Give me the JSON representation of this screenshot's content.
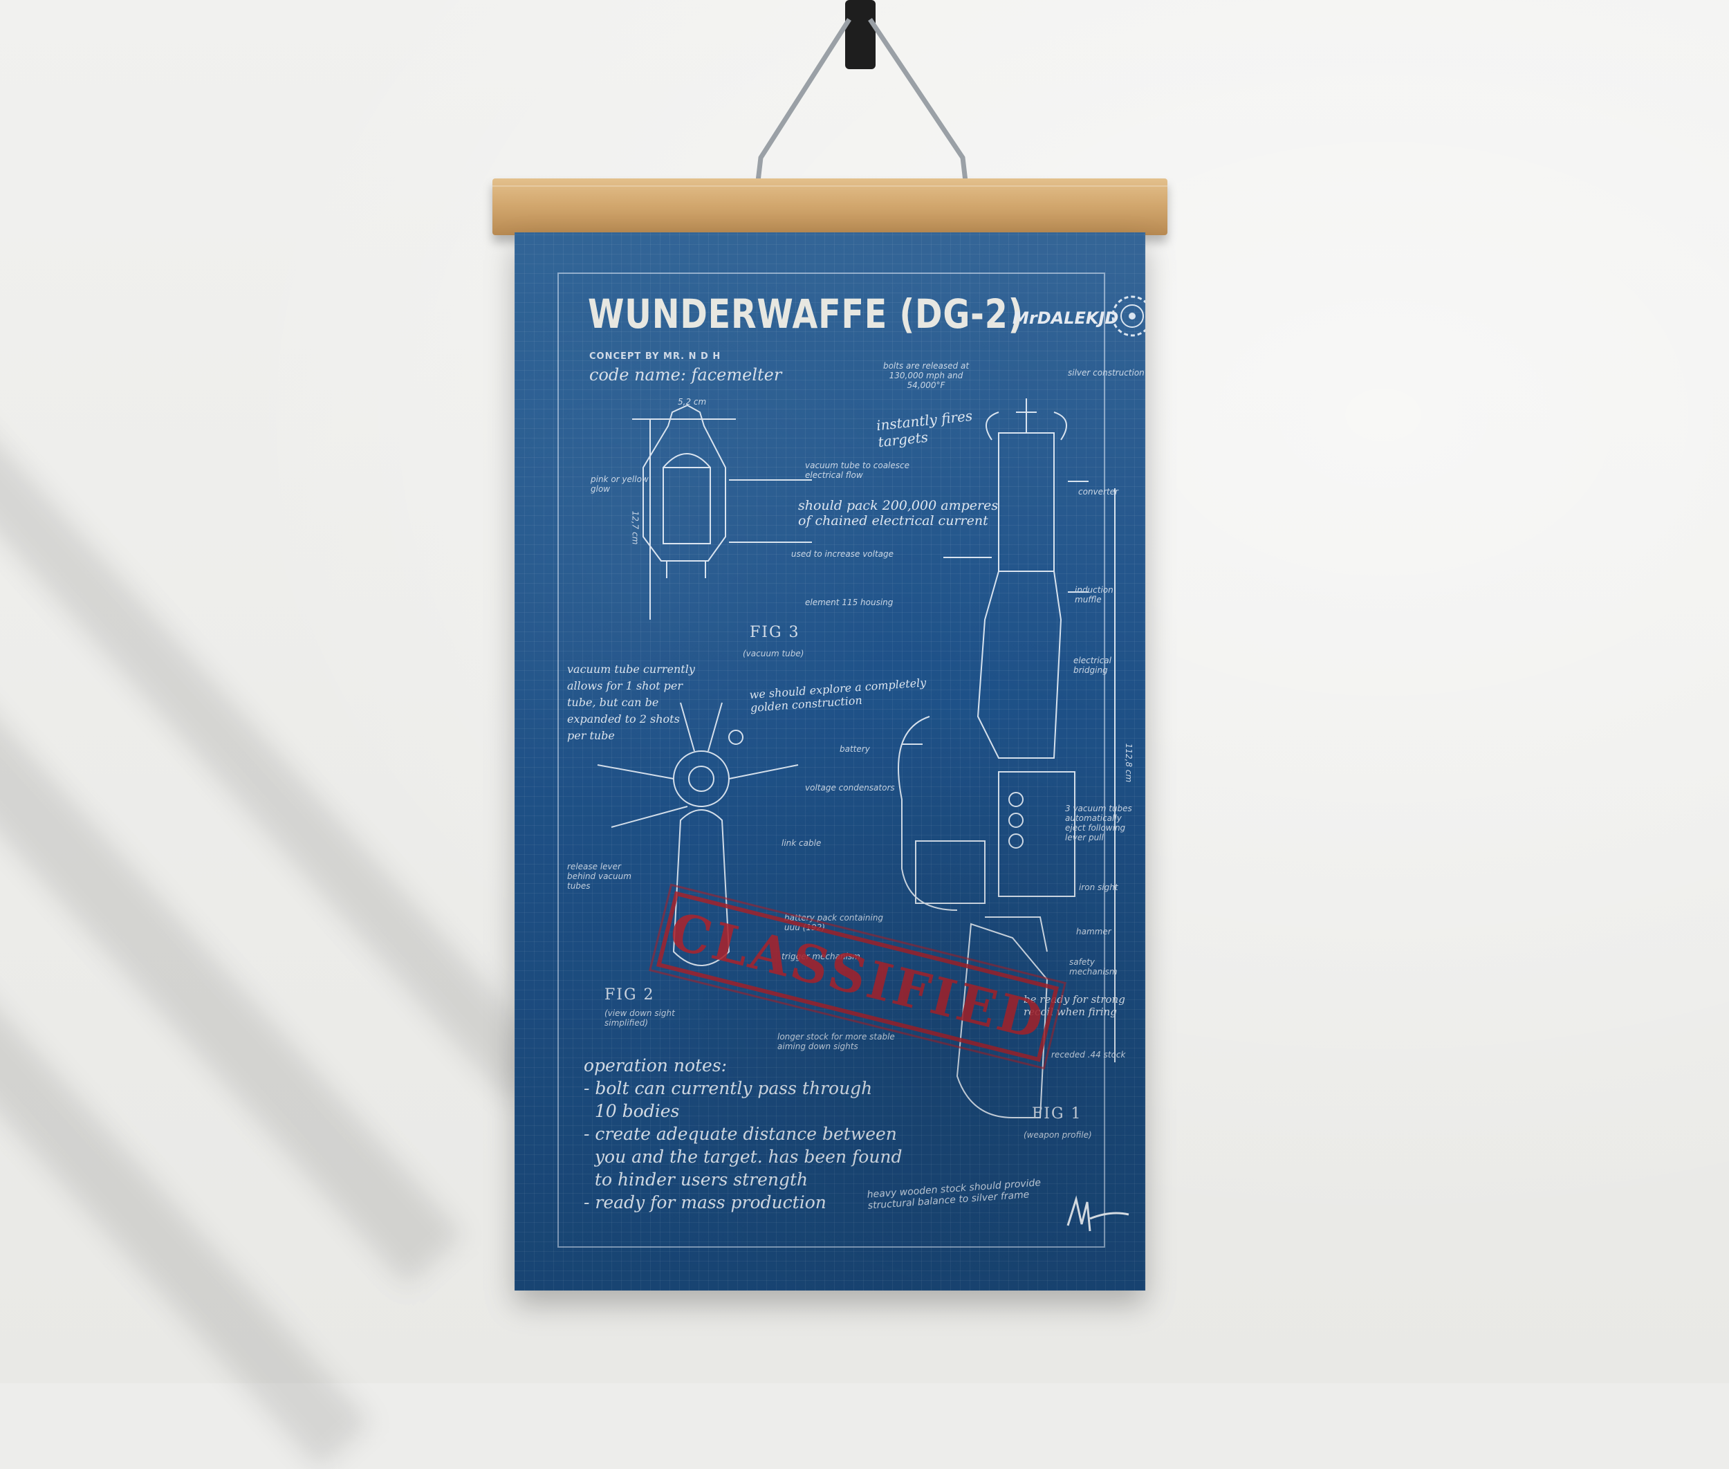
{
  "poster": {
    "title": "WUNDERWAFFE (DG-2)",
    "concept": "CONCEPT BY MR. N D H",
    "codename": "code name: facemelter",
    "brand": "MrDALEKJD",
    "logo_icon": "gear-emblem-icon",
    "stamp": "CLASSIFIED",
    "stamp_color": "#b2262f",
    "background_color": "#1f5289",
    "signature_icon": "signature-icon",
    "figures": {
      "fig1_label": "FIG 1",
      "fig1_sub": "(weapon profile)",
      "fig2_label": "FIG 2",
      "fig2_sub": "(view down sight simplified)",
      "fig3_label": "FIG 3",
      "fig3_sub": "(vacuum tube)"
    },
    "annotations": {
      "bolts": "bolts are released at 130,000 mph and 54,000°F",
      "silver": "silver construction",
      "instantly": "instantly fires targets",
      "converter": "converter",
      "vacuum_flow": "vacuum tube to coalesce electrical flow",
      "pink": "pink or yellow glow",
      "amperes": "should pack 200,000 amperes of chained electrical current",
      "voltage": "used to increase voltage",
      "element": "element 115 housing",
      "induction": "induction muffle",
      "electrical": "electrical bridging",
      "dim_width": "5,2 cm",
      "dim_height": "12,7 cm",
      "dim_total": "112,8 cm",
      "vacuum_shot": "vacuum tube currently allows for 1 shot per tube, but can be expanded to 2 shots per tube",
      "golden": "we should explore a completely golden construction",
      "battery": "battery",
      "condensators": "voltage condensators",
      "vacuum3": "3 vacuum tubes automatically eject following lever pull",
      "link": "link cable",
      "release": "release lever behind vacuum tubes",
      "iron": "iron sight",
      "battery_pack": "battery pack containing uuu (192)",
      "trigger": "trigger mechanism",
      "hammer": "hammer",
      "safety": "safety mechanism",
      "recoil": "be ready for strong recoil when firing",
      "stock_long": "longer stock for more stable aiming down sights",
      "receded": "receded .44 stock",
      "heavy": "heavy wooden stock should provide structural balance to silver frame"
    },
    "operation_notes": "operation notes:\n- bolt can currently pass through\n  10 bodies\n- create adequate distance between\n  you and the target. has been found\n  to hinder users strength\n- ready for mass production"
  }
}
